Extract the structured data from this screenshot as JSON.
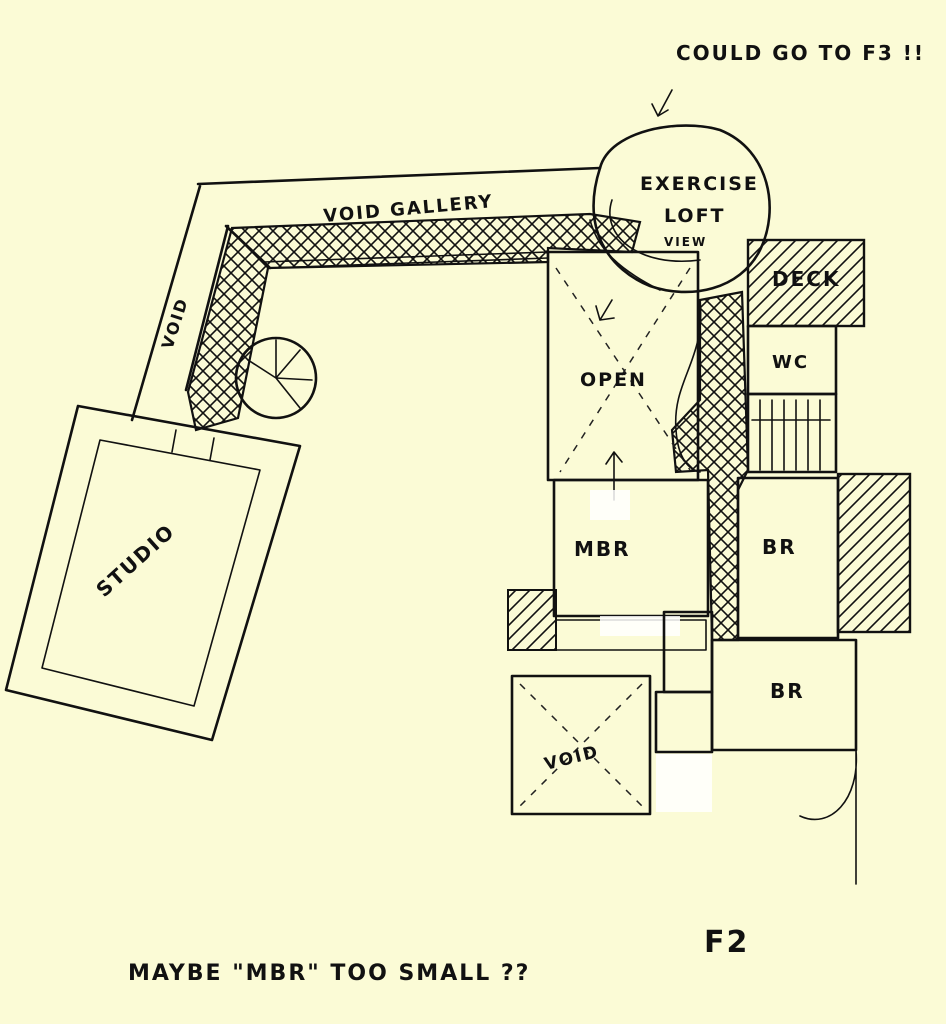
{
  "plan": {
    "note_top": "COULD GO TO F3 !!",
    "exercise_line1": "EXERCISE",
    "exercise_line2": "LOFT",
    "exercise_line3": "VIEW",
    "void_gallery": "VOID GALLERY",
    "void_side": "VOID",
    "deck": "DECK",
    "wc": "WC",
    "open": "OPEN",
    "mbr": "MBR",
    "br_right": "BR",
    "br_lower": "BR",
    "void_lower": "VOID",
    "studio": "STUDIO",
    "note_bottom": "MAYBE \"MBR\" TOO SMALL ??",
    "floor_label": "F2"
  },
  "colors": {
    "paper": "#fbfbd6",
    "ink": "#111111",
    "correction": "#ffffff"
  }
}
